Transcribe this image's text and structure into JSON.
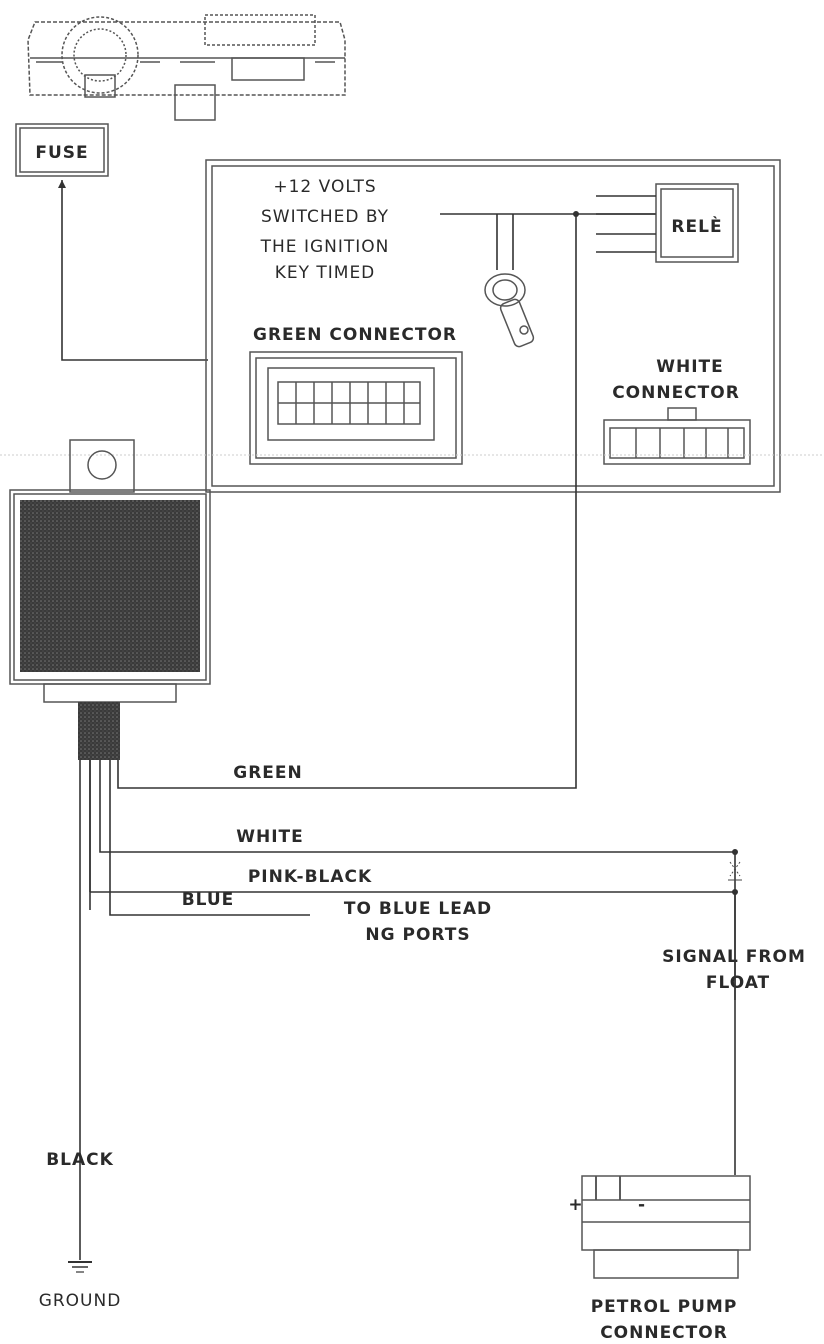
{
  "labels": {
    "fuse": "FUSE",
    "volts_1": "+12 VOLTS",
    "volts_2": "SWITCHED BY",
    "volts_3": "THE IGNITION",
    "volts_4": "KEY TIMED",
    "rele": "RELÈ",
    "green_connector": "GREEN CONNECTOR",
    "white_connector_1": "WHITE",
    "white_connector_2": "CONNECTOR",
    "wire_green": "GREEN",
    "wire_blue": "BLUE",
    "to_blue_1": "TO BLUE LEAD",
    "to_blue_2": "NG PORTS",
    "signal_1": "SIGNAL FROM",
    "signal_2": "FLOAT",
    "wire_white": "WHITE",
    "wire_pink_black": "PINK-BLACK",
    "wire_black": "BLACK",
    "ground": "GROUND",
    "plus": "+",
    "minus": "-",
    "pump_1": "PETROL PUMP",
    "pump_2": "CONNECTOR"
  }
}
